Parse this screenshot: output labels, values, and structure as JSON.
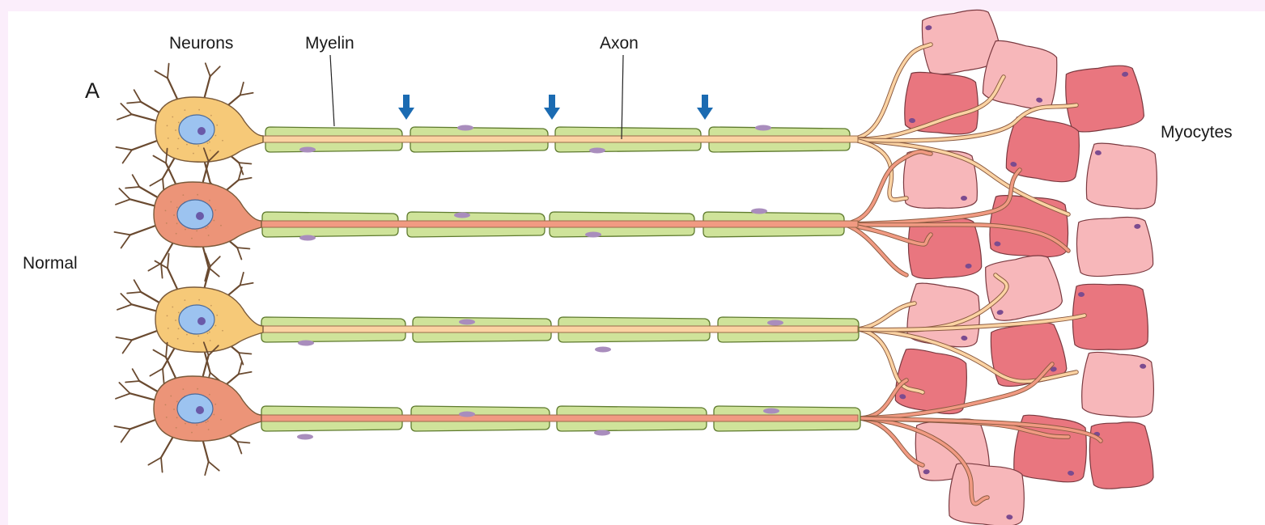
{
  "figure": {
    "panel_letter": "A",
    "labels": {
      "neurons": "Neurons",
      "myelin": "Myelin",
      "axon": "Axon",
      "myocytes": "Myocytes",
      "normal": "Normal"
    }
  },
  "colors": {
    "background": "#fbeefb",
    "panel": "#ffffff",
    "neuron_light_fill": "#f6c978",
    "neuron_dark_fill": "#ec9478",
    "axon_light": "#fbd3a3",
    "axon_dark": "#f19a82",
    "myelin_fill": "#cfe39a",
    "myelin_stroke": "#5e7a2e",
    "schwann_nucleus": "#a98dbd",
    "nucleus_fill": "#9cc3f0",
    "myocyte_light": "#f7b7ba",
    "myocyte_dark": "#e9767f",
    "arrow": "#1b6bb2"
  },
  "neurons": [
    {
      "tone": "light"
    },
    {
      "tone": "dark"
    },
    {
      "tone": "light"
    },
    {
      "tone": "dark"
    }
  ],
  "arrow_count": 3
}
